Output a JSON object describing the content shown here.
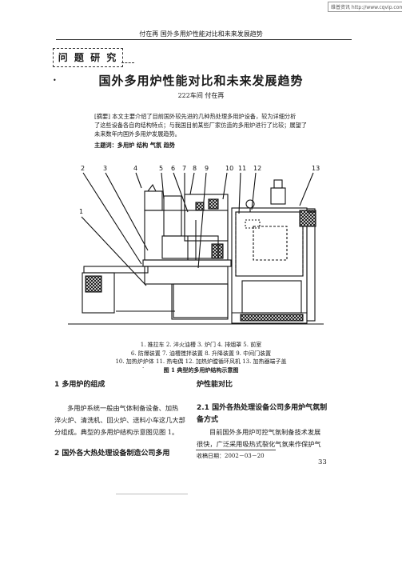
{
  "watermark": "维普资讯 http://www.cqvip.com",
  "header": {
    "running_title": "付在再    国外多用炉性能对比和未来发展趋势"
  },
  "section_tag": "问 题 研 究",
  "bullet": "•",
  "article": {
    "title": "国外多用炉性能对比和未来发展趋势",
    "author": "222车间  付在再",
    "abstract_lines": [
      "[摘要] 本文主要介绍了目前国外较先进的几种热处理多用炉设备，较为详细分析",
      "了这些设备各自的结构特点；与我国目前某些厂家仿造的多用炉进行了比较；展望了",
      "未来数年内国外多用炉发展趋势。"
    ],
    "keywords": "主题词：多用炉    结构    气氛    趋势"
  },
  "figure": {
    "callouts": [
      "2",
      "3",
      "4",
      "5",
      "6",
      "7",
      "8",
      "9",
      "10",
      "11",
      "12",
      "13",
      "1"
    ],
    "legend_lines": [
      "1. 推拉车    2. 淬火油槽    3. 炉门    4. 排烟罩    5. 前室",
      "6. 防爆装置    7. 油槽搅拌装置    8. 升降装置    9. 中间门装置",
      "10. 加热炉炉体    11. 热电偶    12. 加热炉膛循环风机    13. 加热器端子盖"
    ],
    "caption": "图 1    典型的多用炉结构示意图",
    "caption_dot": "."
  },
  "body": {
    "sec1_heading": "1    多用炉的组成",
    "sec1_lines": [
      "多用炉系统一般由气体制备设备、加热",
      "淬火炉、清洗机、回火炉、送料小车这几大部",
      "分组成。典型的多用炉结构示意图见图 1。"
    ],
    "sec2_heading": "2    国外各大热处理设备制造公司多用",
    "right_lines": [
      "炉性能对比"
    ],
    "sec21_heading_1": "2.1    国外各热处理设备公司多用炉气氛制",
    "sec21_heading_2": "备方式",
    "sec21_lines": [
      "目前国外多用炉可控气氛制备技术发展",
      "很快，广泛采用吸热式裂化气氛来作保护气"
    ],
    "received": "收稿日期：2002－03－20"
  },
  "page_number": "33"
}
